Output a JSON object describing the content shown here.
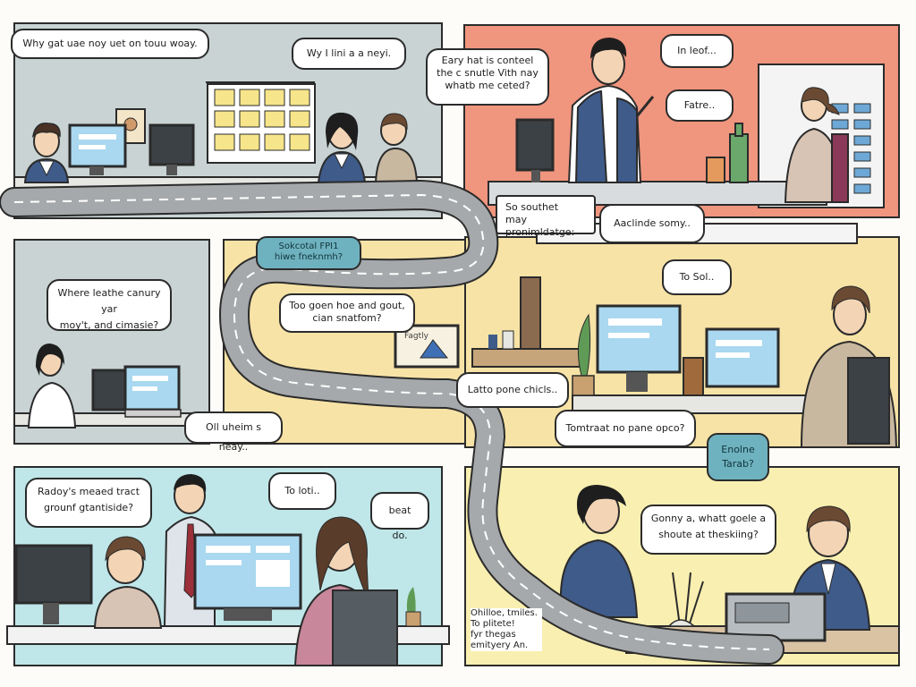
{
  "colors": {
    "panel_top_left": "#c9d3d3",
    "panel_top_right": "#f0957e",
    "panel_mid_left": "#c9d3d3",
    "panel_mid_right": "#f7e3a6",
    "panel_bottom_left": "#bfe6e8",
    "panel_bottom_right": "#f9efb0",
    "road": "#a6a9ab",
    "road_dash": "#ffffff",
    "screen": "#a9d8f0",
    "sign": "#6fb2bf",
    "outline": "#2b2b2b"
  },
  "panels": {
    "top_left": {
      "bubble_1": "Why gat uae noy uet on touu woay.",
      "bubble_2": "Wy I lini a a neyi."
    },
    "top_right": {
      "bubble_1": "Eary hat is conteel\nthe c snutle Vith nay\nwhatb me ceted?",
      "bubble_2": "In leof...",
      "bubble_3": "Fatre..",
      "bubble_4": "So southet\nmay pronimldatge:",
      "bubble_5": "Aaclinde somy.."
    },
    "mid_left": {
      "sign": "Sokcotal FPI1\nhiwe fneknmh?",
      "bubble_1": "Where leathe canury yar\nmoy't, and cimasie?",
      "bubble_2": "Too goen hoe and gout,\ncian snatfom?",
      "bubble_3": "Oll uheim s neay..",
      "frame_text": "Fagtly"
    },
    "mid_right": {
      "bubble_1": "To Sol..",
      "bubble_2": "Latto pone chicls..",
      "bubble_3": "Tomtraat no pane opco?",
      "sign": "Enolne\nTarab?"
    },
    "bottom_left": {
      "bubble_1": "Radoy's meaed tract\ngrounf gtantiside?",
      "bubble_2": "To loti..",
      "bubble_3": "beat do."
    },
    "bottom_right": {
      "bubble_1": "Gonny a, whatt goele a\nshoute at theskiing?",
      "caption": "Ohilloe, tmiles.\nTo plitete!\nfyr thegas\nemityery An."
    }
  }
}
